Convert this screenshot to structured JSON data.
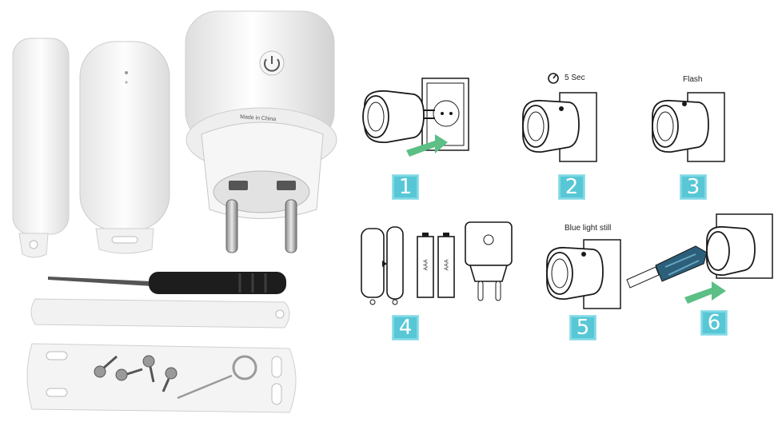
{
  "colors": {
    "step_number_bg": "#57c7d6",
    "step_number_fg": "#ffffff",
    "arrow_green": "#5cbf85",
    "line_art": "#1a1a1a"
  },
  "product_photo": {
    "plug_label": "Made in China",
    "items": [
      "door-sensor-strip",
      "door-sensor-body",
      "smart-plug",
      "screwdriver",
      "adhesive-pads",
      "screws",
      "reset-pin"
    ]
  },
  "steps": [
    {
      "number": "1",
      "caption": ""
    },
    {
      "number": "2",
      "caption": "5 Sec"
    },
    {
      "number": "3",
      "caption": "Flash"
    },
    {
      "number": "4",
      "caption": "",
      "battery_label": "AAA"
    },
    {
      "number": "5",
      "caption": "Blue light still"
    },
    {
      "number": "6",
      "caption": ""
    }
  ]
}
